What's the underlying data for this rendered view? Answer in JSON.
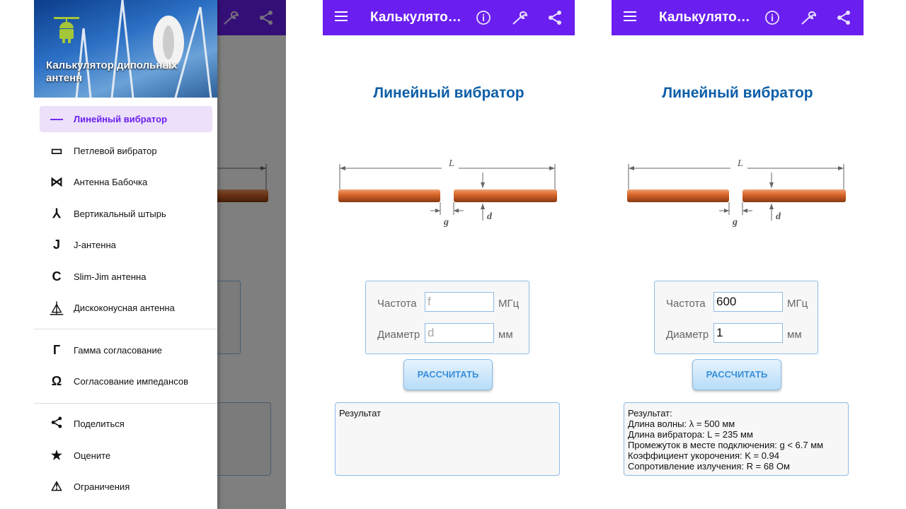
{
  "app": {
    "title": "Калькулято…",
    "heading": "Линейный вибратор",
    "accent": "#6a1ff0",
    "icons": [
      "menu-icon",
      "info-icon",
      "wrench-icon",
      "share-icon"
    ]
  },
  "diagram": {
    "L": "L",
    "g": "g",
    "d": "d"
  },
  "form": {
    "freq_label": "Частота",
    "freq_placeholder": "f",
    "freq_unit": "МГц",
    "diam_label": "Диаметр",
    "diam_placeholder": "d",
    "diam_unit": "мм",
    "calc_button": "РАССЧИТАТЬ"
  },
  "screen2": {
    "freq_value": "",
    "diam_value": "",
    "result": [
      "Результат"
    ]
  },
  "screen3": {
    "freq_value": "600",
    "diam_value": "1",
    "result": [
      "Результат:",
      "Длина волны: λ = 500 мм",
      "Длина вибратора: L = 235 мм",
      "Промежуток в месте подключения: g < 6.7 мм",
      "Коэффициент укорочения: K = 0.94",
      "Сопротивление излучения: R = 68 Ом"
    ]
  },
  "drawer": {
    "title": "Калькулятор дипольных антенн",
    "items": [
      {
        "label": "Линейный вибратор",
        "icon": "—",
        "active": true
      },
      {
        "label": "Петлевой вибратор",
        "icon": "▭"
      },
      {
        "label": "Антенна Бабочка",
        "icon": "⋈"
      },
      {
        "label": "Вертикальный штырь",
        "icon": "⅄"
      },
      {
        "label": "J-антенна",
        "icon": "J"
      },
      {
        "label": "Slim-Jim антенна",
        "icon": "C"
      },
      {
        "label": "Дискоконусная антенна",
        "icon": "⏅"
      },
      {
        "label": "Гамма согласование",
        "icon": "Г"
      },
      {
        "label": "Согласование импедансов",
        "icon": "Ω"
      },
      {
        "label": "Поделиться",
        "icon": "share"
      },
      {
        "label": "Оцените",
        "icon": "★"
      },
      {
        "label": "Ограничения",
        "icon": "⚠"
      }
    ]
  }
}
